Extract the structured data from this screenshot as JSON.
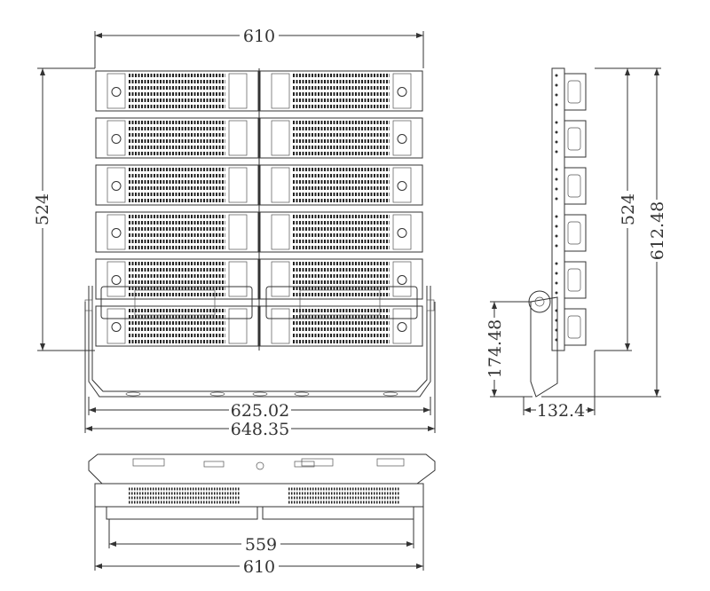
{
  "drawing": {
    "front_view": {
      "rows": 6,
      "columns": 2,
      "dimensions": {
        "width_top": "610",
        "height_left": "524",
        "bracket_inner": "625.02",
        "bracket_outer": "648.35"
      }
    },
    "side_view": {
      "dimensions": {
        "height_modules": "524",
        "height_total": "612.48",
        "bracket_height": "174.48",
        "depth": "132.4"
      }
    },
    "bottom_view": {
      "dimensions": {
        "inner_width": "559",
        "outer_width": "610"
      }
    },
    "colors": {
      "line": "#333333",
      "background": "#ffffff"
    }
  }
}
